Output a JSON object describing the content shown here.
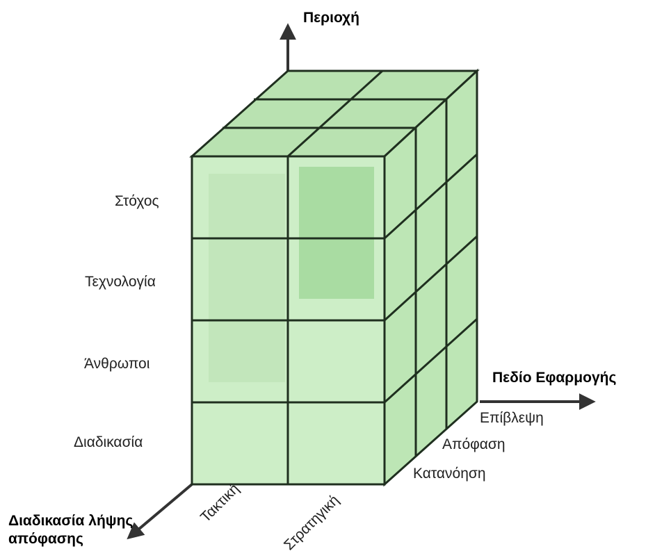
{
  "axes": {
    "vertical": {
      "title": "Περιοχή"
    },
    "depth": {
      "title": "Πεδίο Εφαρμογής"
    },
    "horizontal": {
      "title_line1": "Διαδικασία λήψης",
      "title_line2": "απόφασης"
    }
  },
  "rows": [
    "Στόχος",
    "Τεχνολογία",
    "Άνθρωποι",
    "Διαδικασία"
  ],
  "columns": [
    "Τακτική",
    "Στρατηγική"
  ],
  "depth_levels": [
    "Επίβλεψη",
    "Απόφαση",
    "Κατανόηση"
  ],
  "colors": {
    "front_face": "#cdeec7",
    "front_highlight": "#a9dca2",
    "top_face": "#b9e2b1",
    "side_face": "#bde6b5",
    "grid_line": "#1f2f1f",
    "arrow": "#333333"
  }
}
